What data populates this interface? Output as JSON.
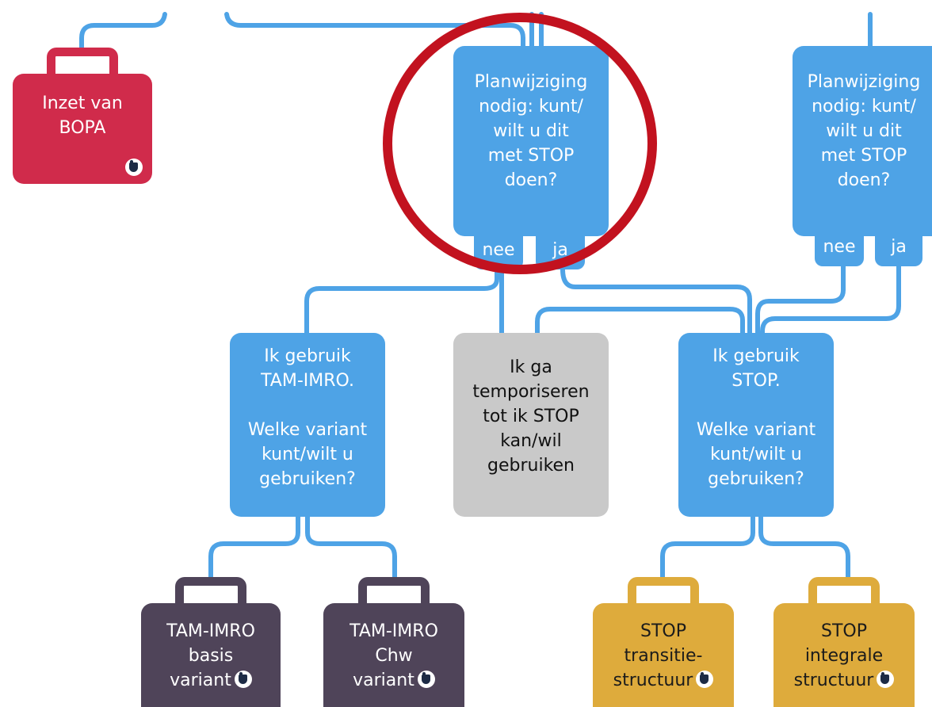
{
  "nodes": {
    "bopa": {
      "lines": [
        "Inzet van",
        "BOPA"
      ],
      "color": "#d02b4b"
    },
    "question_left": {
      "lines": [
        "Planwijziging",
        "nodig: kunt/",
        "wilt u dit",
        "met STOP",
        "doen?"
      ],
      "no": "nee",
      "yes": "ja"
    },
    "question_right": {
      "lines": [
        "Planwijziging",
        "nodig: kunt/",
        "wilt u dit",
        "met STOP",
        "doen?"
      ],
      "no": "nee",
      "yes": "ja"
    },
    "tam_imro": {
      "lines": [
        "Ik gebruik",
        "TAM-IMRO.",
        "",
        "Welke variant",
        "kunt/wilt u",
        "gebruiken?"
      ]
    },
    "temporiseren": {
      "lines": [
        "Ik ga",
        "temporiseren",
        "tot ik STOP",
        "kan/wil",
        "gebruiken"
      ]
    },
    "stop": {
      "lines": [
        "Ik gebruik",
        "STOP.",
        "",
        "Welke variant",
        "kunt/wilt u",
        "gebruiken?"
      ]
    },
    "tam_basis": {
      "lines": [
        "TAM-IMRO",
        "basis",
        "variant"
      ],
      "color": "#4f4459"
    },
    "tam_chw": {
      "lines": [
        "TAM-IMRO",
        "Chw",
        "variant"
      ],
      "color": "#4f4459"
    },
    "stop_transitie": {
      "lines": [
        "STOP",
        "transitie-",
        "structuur"
      ],
      "color": "#deab3c"
    },
    "stop_integrale": {
      "lines": [
        "STOP",
        "integrale",
        "structuur"
      ],
      "color": "#deab3c"
    }
  },
  "colors": {
    "question": "#4ea3e6",
    "neutral": "#c9c9c9",
    "connector": "#4ea3e6",
    "highlight": "#c2121f"
  },
  "icons": {
    "pointer": "hand-pointer-icon"
  }
}
